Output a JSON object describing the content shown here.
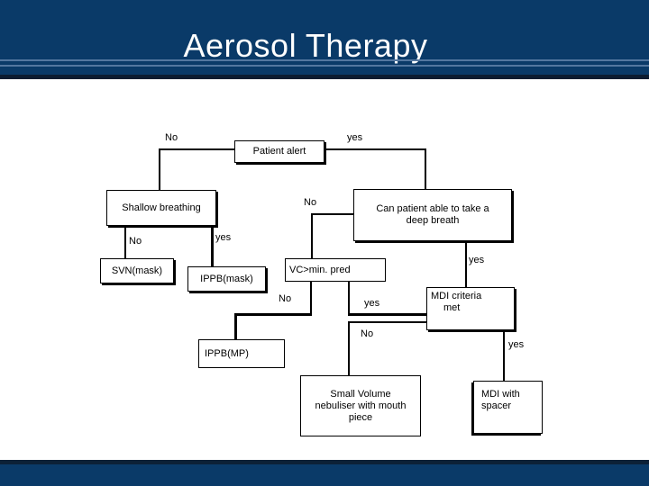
{
  "slide": {
    "title": "Aerosol Therapy"
  },
  "flowchart": {
    "nodes": {
      "patient_alert": {
        "label": "Patient alert"
      },
      "shallow_breathing": {
        "label": "Shallow breathing"
      },
      "svn_mask": {
        "label": "SVN(mask)"
      },
      "ippb_mask": {
        "label": "IPPB(mask)"
      },
      "can_patient": {
        "line1": "Can patient able to take a",
        "line2": "deep breath"
      },
      "vc": {
        "label": "VC>min. pred"
      },
      "ippb_mp": {
        "label": "IPPB(MP)"
      },
      "mdi_criteria": {
        "line1": "MDI criteria",
        "line2": "met"
      },
      "small_volume": {
        "line1": "Small Volume",
        "line2": "nebuliser with mouth",
        "line3": "piece"
      },
      "mdi_spacer": {
        "line1": "MDI with",
        "line2": "spacer"
      }
    },
    "edge_labels": {
      "no1": "No",
      "yes1": "yes",
      "no2": "No",
      "yes2": "yes",
      "no3": "No",
      "no4": "No",
      "yes3": "yes",
      "yes4": "yes",
      "no5": "No",
      "yes5": "yes"
    }
  },
  "colors": {
    "header_navy": "#0a3a68",
    "header_accent_line": "#54779f",
    "header_dark_band": "#0c1c31",
    "footer_edge": "#0c2137",
    "box_border": "#000000",
    "flowchart_text": "#000000",
    "title_text": "#ffffff",
    "body_background": "#ffffff"
  }
}
